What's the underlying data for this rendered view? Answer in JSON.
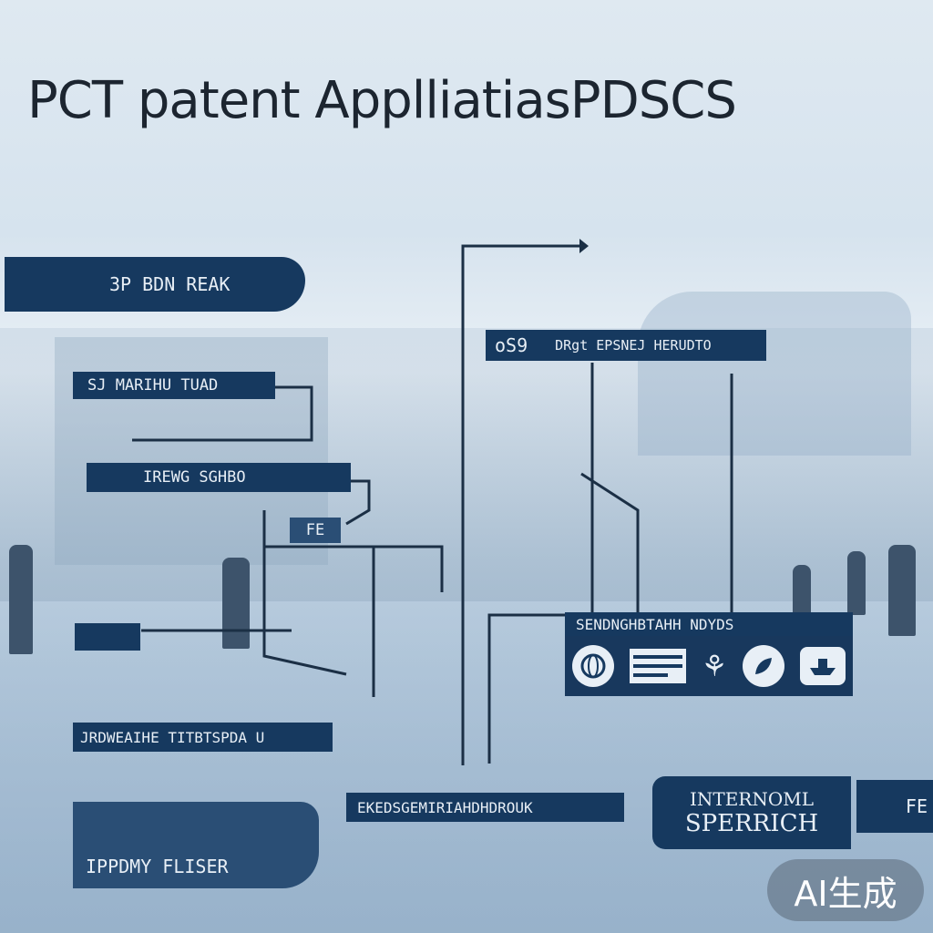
{
  "title": "PCT patent ApplliatiasPDSCS",
  "labels": {
    "top_left": "3P BDN REAK",
    "s1": "SJ MARIHU TUAD",
    "s2": "IREWG SGHBO",
    "s3": "FE",
    "s4": "JRDWEAIHE TITBTSPDA U",
    "s5": "IPPDMY FLISER",
    "center": "EKEDSGEMIRIAHDHDROUK",
    "top_right_num": "oS9",
    "top_right": "DRgt EPSNEJ HERUDTO",
    "icons_header": "SENDNGHBTAHH NDYDS",
    "intl_line1": "INTERNOML",
    "intl_line2": "SPERRICH",
    "far_right": "FE"
  },
  "badge": "AI生成",
  "colors": {
    "navy": "#16395f",
    "mid": "#2a4e75",
    "bg": "#d6e3ee"
  },
  "icons": [
    "globe-icon",
    "document-icon",
    "plant-icon",
    "leaf-icon",
    "ship-icon"
  ]
}
